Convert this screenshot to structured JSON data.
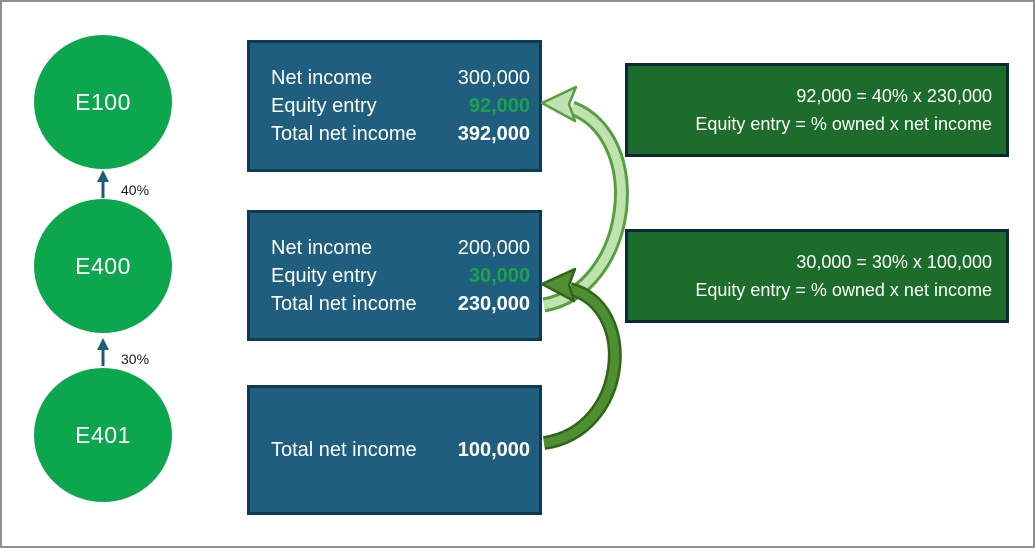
{
  "colors": {
    "frame-border": "#909090",
    "circle-green": "#0ca64f",
    "connector-blue": "#1f5c7a",
    "box-blue": "#1f5e7e",
    "box-blue-border": "#0e3a52",
    "accent-green-text": "#1da14b",
    "callout-green": "#1c6c2b",
    "callout-border": "#0d2836",
    "arrow-light-fill": "#bfe2b0",
    "arrow-light-outline": "#55a03c",
    "arrow-dark-fill": "#4e8f31",
    "arrow-dark-outline": "#2f6419"
  },
  "entities": [
    {
      "id": "E100"
    },
    {
      "id": "E400"
    },
    {
      "id": "E401"
    }
  ],
  "ownership_labels": [
    "40%",
    "30%"
  ],
  "income_boxes": [
    {
      "rows": [
        {
          "label": "Net income",
          "value": "300,000"
        },
        {
          "label": "Equity entry",
          "value": "92,000"
        },
        {
          "label": "Total net income",
          "value": "392,000"
        }
      ]
    },
    {
      "rows": [
        {
          "label": "Net income",
          "value": "200,000"
        },
        {
          "label": "Equity entry",
          "value": "30,000"
        },
        {
          "label": "Total net income",
          "value": "230,000"
        }
      ]
    },
    {
      "rows": [
        {
          "label": "Total net income",
          "value": "100,000"
        }
      ]
    }
  ],
  "callouts": [
    {
      "formula": "92,000 = 40% x 230,000",
      "rule": "Equity entry = % owned x net income"
    },
    {
      "formula": "30,000 = 30% x 100,000",
      "rule": "Equity entry = % owned x net income"
    }
  ]
}
